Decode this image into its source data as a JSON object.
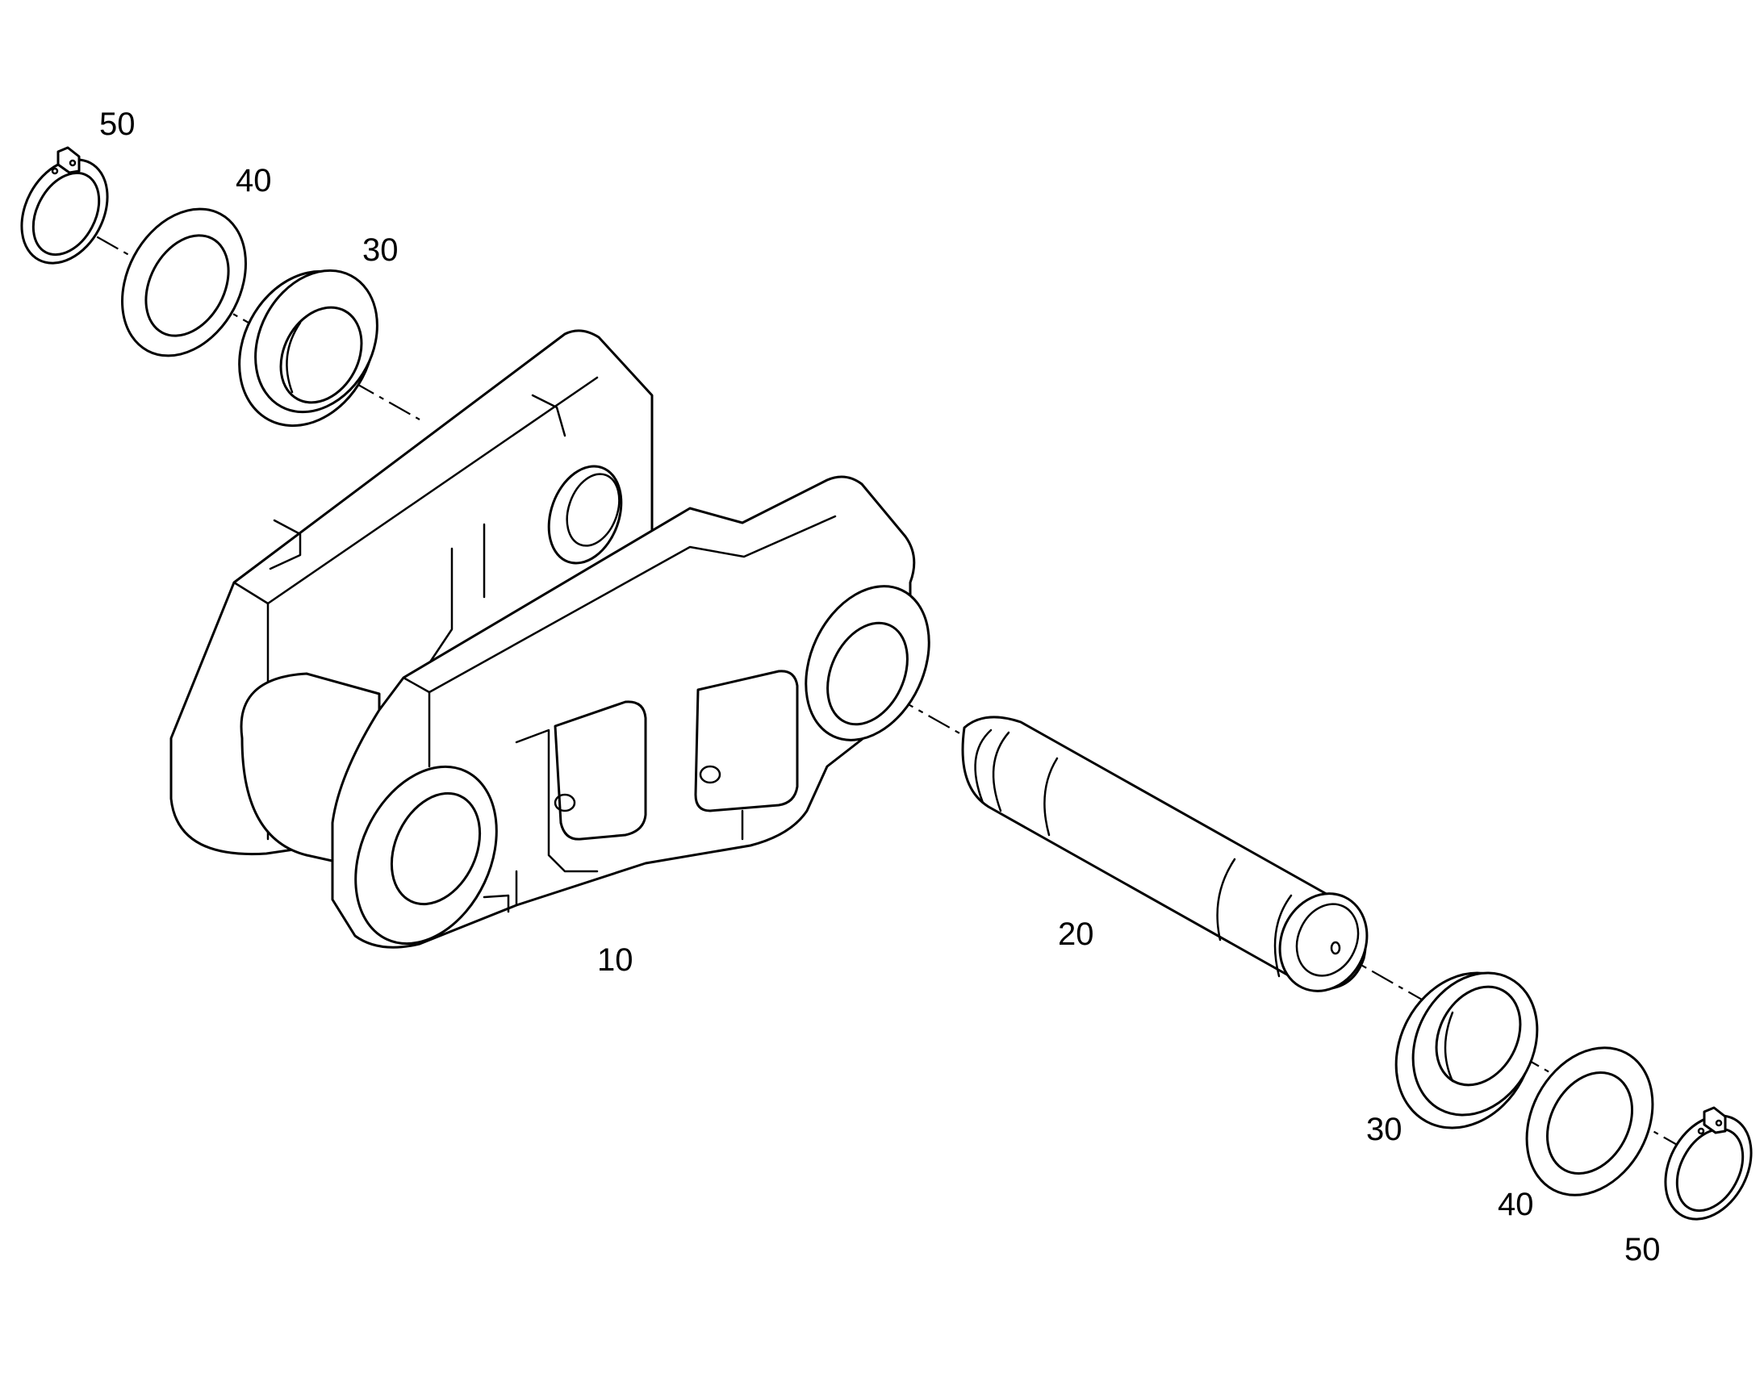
{
  "callouts": {
    "link": "10",
    "pin": "20",
    "seal_left": "30",
    "washer_left": "40",
    "circlip_left": "50",
    "seal_right": "30",
    "washer_right": "40",
    "circlip_right": "50"
  }
}
